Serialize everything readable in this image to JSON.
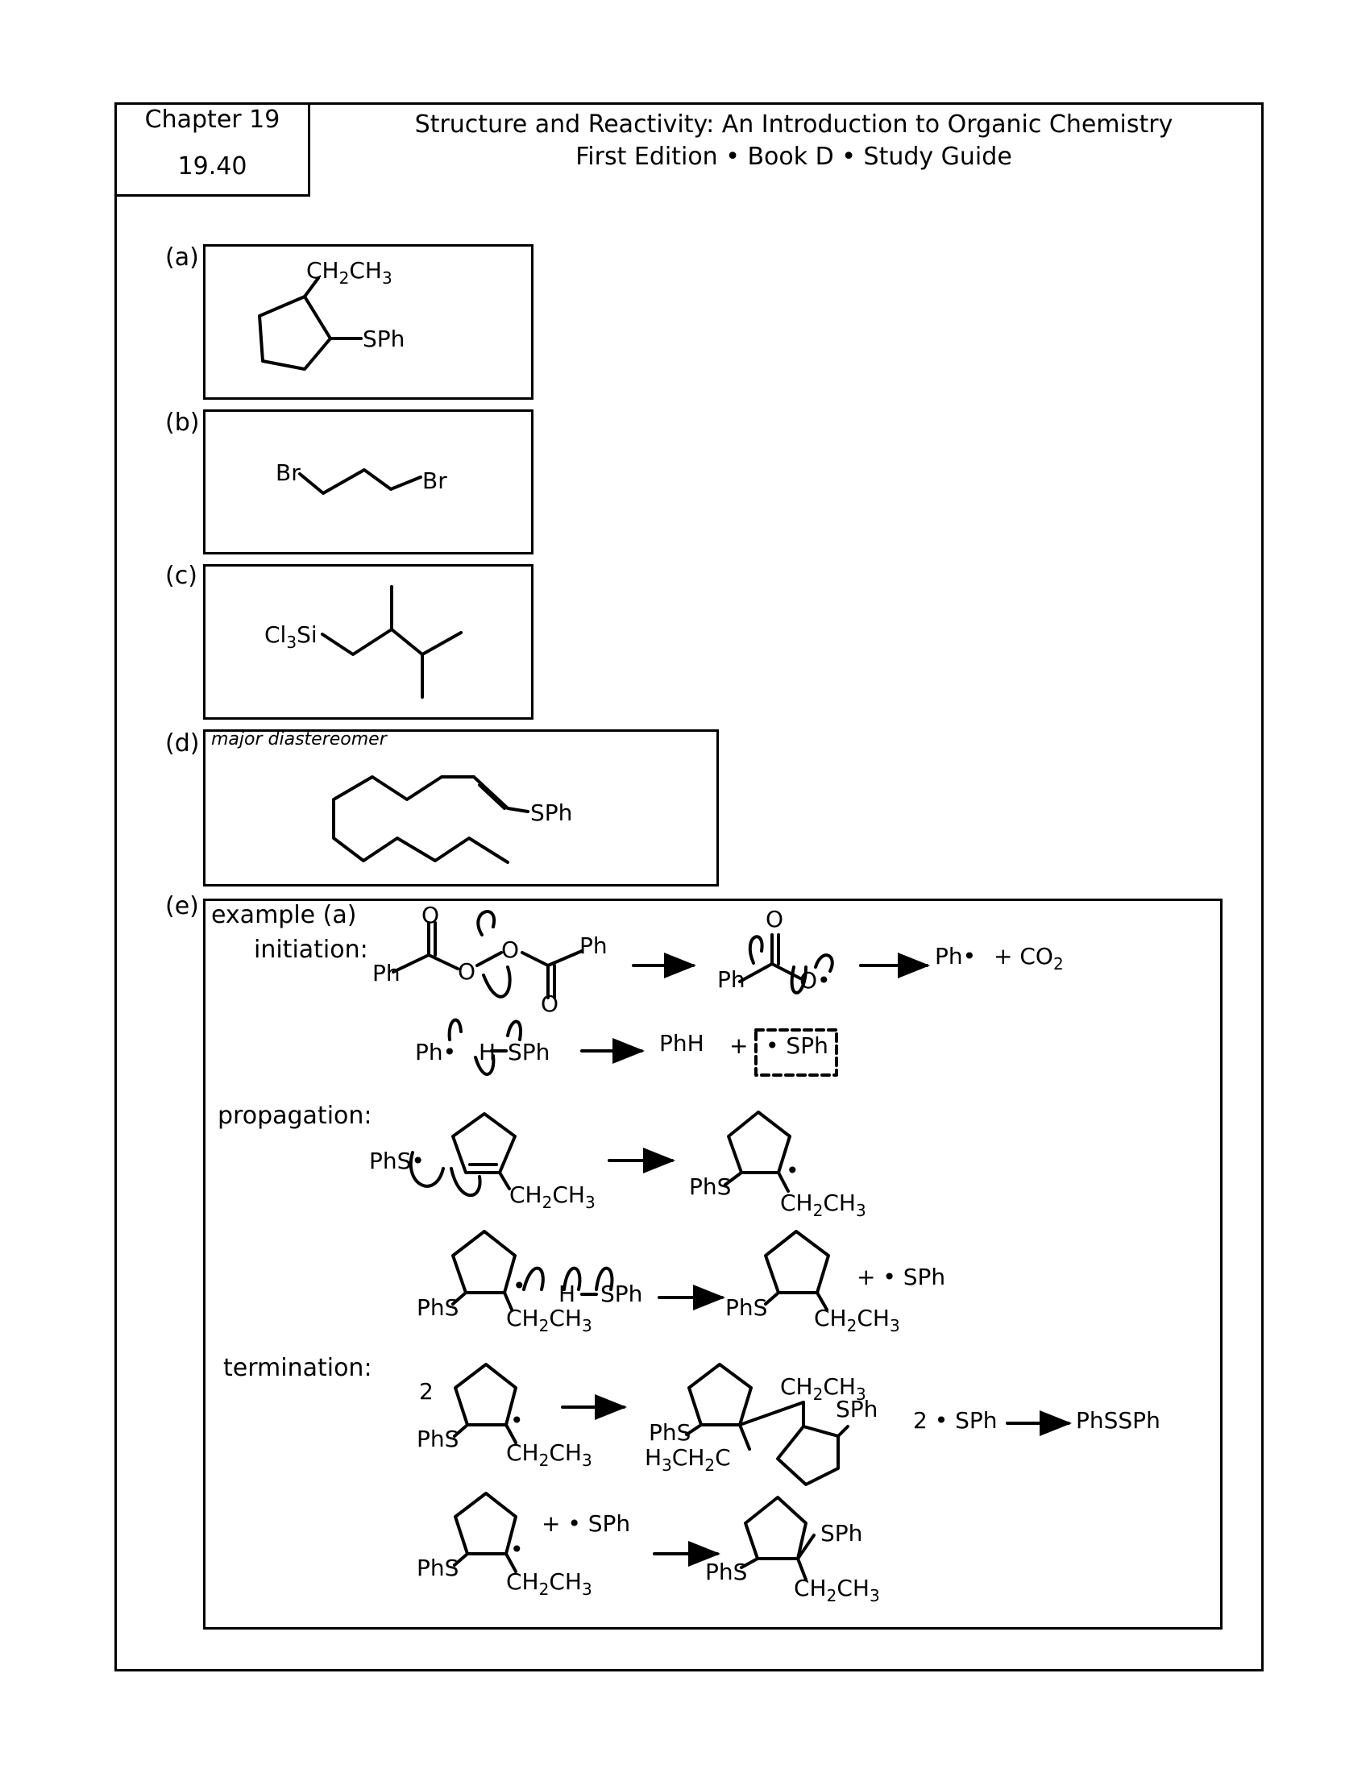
{
  "header": {
    "chapter": "Chapter 19",
    "problem": "19.40",
    "title_line1": "Structure and Reactivity: An Introduction to Organic Chemistry",
    "title_line2": "First Edition • Book D • Study Guide"
  },
  "parts": {
    "a": {
      "label": "(a)"
    },
    "b": {
      "label": "(b)"
    },
    "c": {
      "label": "(c)"
    },
    "d": {
      "label": "(d)",
      "note": "major diastereomer"
    },
    "e": {
      "label": "(e)",
      "subtitle": "example (a)"
    }
  },
  "stages": {
    "initiation": "initiation:",
    "propagation": "propagation:",
    "termination": "termination:"
  }
}
